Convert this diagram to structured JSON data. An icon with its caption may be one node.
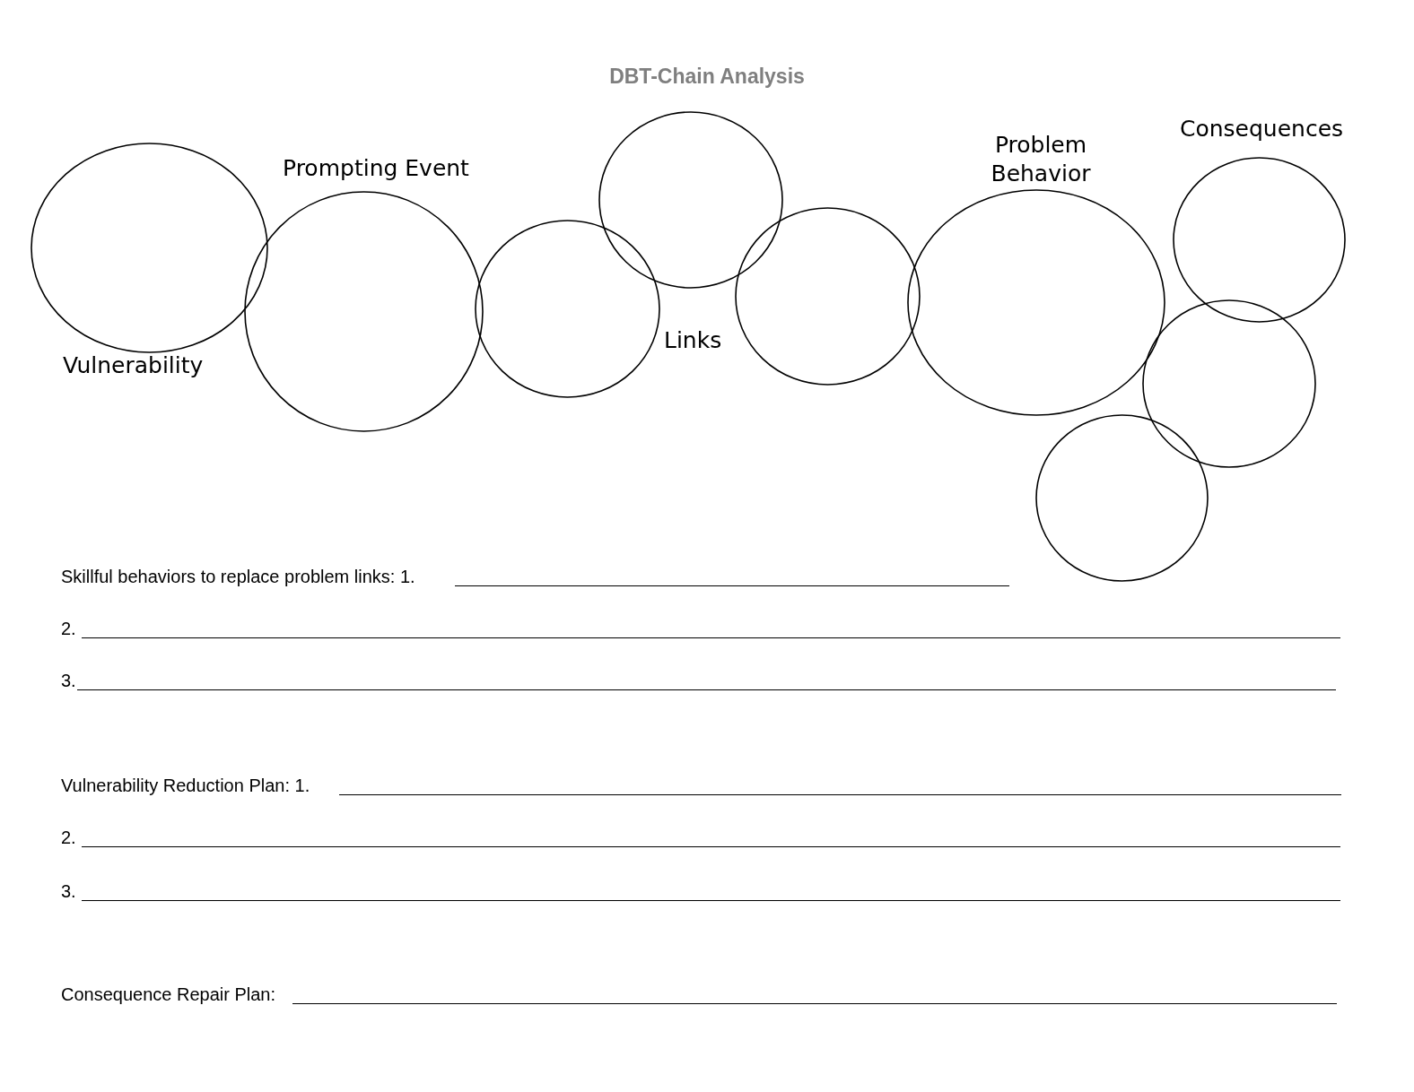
{
  "diagram": {
    "title": "DBT-Chain Analysis",
    "nodes": [
      {
        "text": [
          "Vulnerability"
        ]
      },
      {
        "text": [
          "Prompting Event"
        ]
      },
      {
        "text": [],
        "shape": "circle"
      },
      {
        "text": [],
        "shape": "circle"
      },
      {
        "text": [],
        "shape": "circle"
      },
      {
        "text": [
          "Problem Behavior"
        ]
      },
      {
        "text": [
          "Consequences"
        ]
      },
      {
        "text": [],
        "shape": "circle"
      },
      {
        "text": [],
        "shape": "circle"
      }
    ],
    "edges": [],
    "labels": [
      "Links",
      "Skillful behaviors to replace problem links: 1.",
      "2.",
      "3.",
      "Vulnerability Reduction Plan: 1.",
      "2.",
      "3.",
      "Consequence Repair Plan:"
    ]
  }
}
